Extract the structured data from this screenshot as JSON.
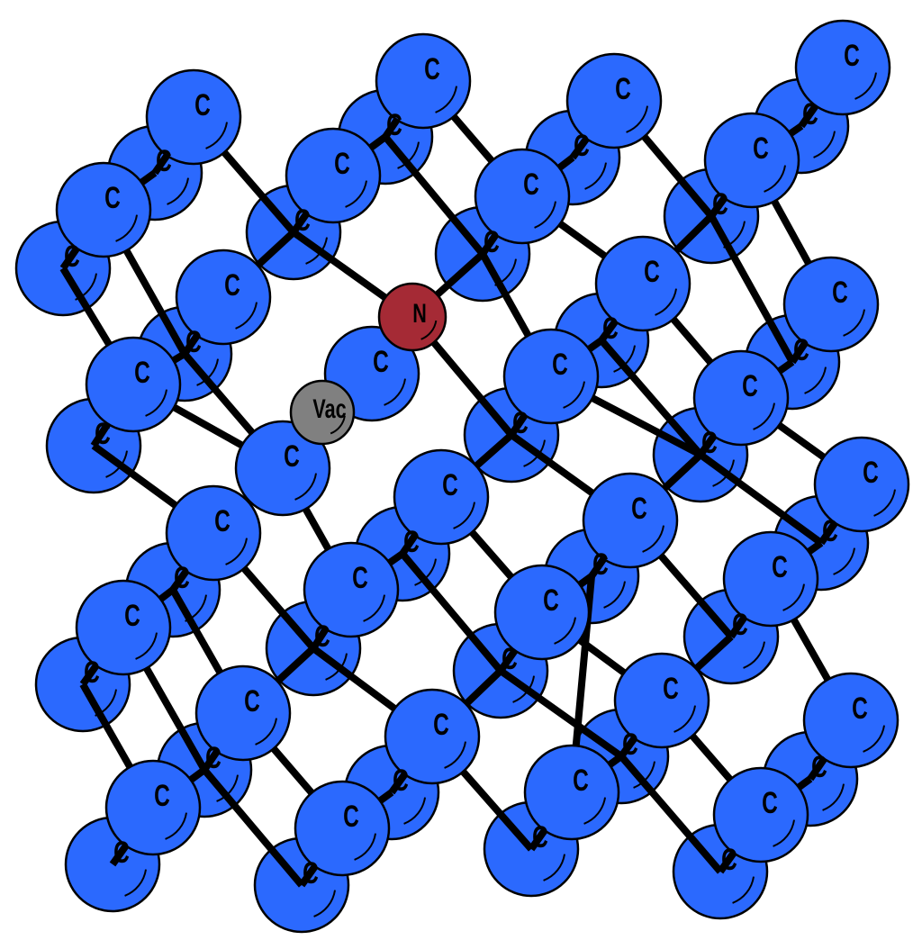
{
  "title": "Nitrogen-vacancy center in diamond lattice",
  "labels": {
    "carbon": "C",
    "nitrogen": "N",
    "vacancy": "Vac"
  },
  "colors": {
    "carbon": "#2b69fe",
    "nitrogen": "#a52a35",
    "vacancy": "#808080",
    "bond": "#000000"
  }
}
